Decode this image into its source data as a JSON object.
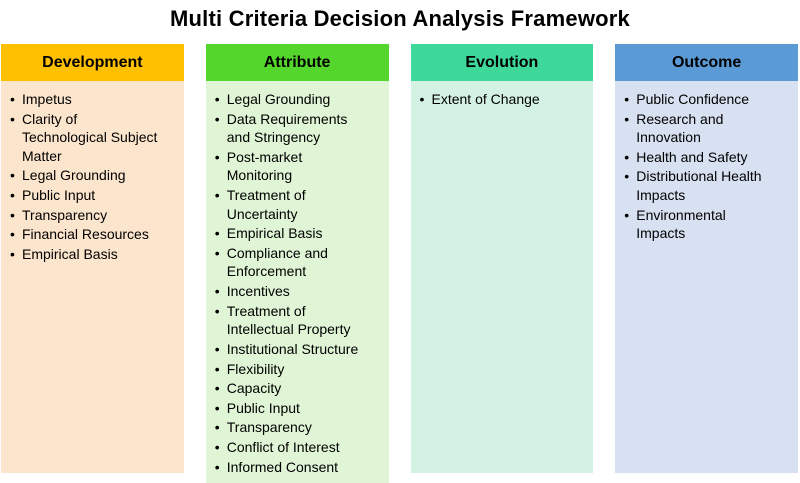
{
  "title": "Multi Criteria Decision Analysis Framework",
  "bullet_glyph": "•",
  "columns": [
    {
      "header": "Development",
      "header_color": "#FFC000",
      "body_color": "#FCE5CD",
      "items": [
        "Impetus",
        "Clarity of Technological Subject Matter",
        "Legal Grounding",
        "Public Input",
        "Transparency",
        "Financial Resources",
        "Empirical Basis"
      ]
    },
    {
      "header": "Attribute",
      "header_color": "#55D62C",
      "body_color": "#DFF5D5",
      "items": [
        "Legal Grounding",
        "Data Requirements and Stringency",
        "Post-market Monitoring",
        "Treatment of Uncertainty",
        "Empirical Basis",
        "Compliance and Enforcement",
        "Incentives",
        "Treatment of Intellectual Property",
        "Institutional Structure",
        "Flexibility",
        "Capacity",
        "Public Input",
        "Transparency",
        "Conflict of Interest",
        "Informed Consent"
      ]
    },
    {
      "header": "Evolution",
      "header_color": "#3FD89B",
      "body_color": "#D4F2E4",
      "items": [
        "Extent of Change"
      ]
    },
    {
      "header": "Outcome",
      "header_color": "#5B9BD5",
      "body_color": "#D8E1F1",
      "items": [
        "Public Confidence",
        "Research and Innovation",
        "Health and Safety",
        "Distributional Health Impacts",
        "Environmental Impacts"
      ]
    }
  ]
}
